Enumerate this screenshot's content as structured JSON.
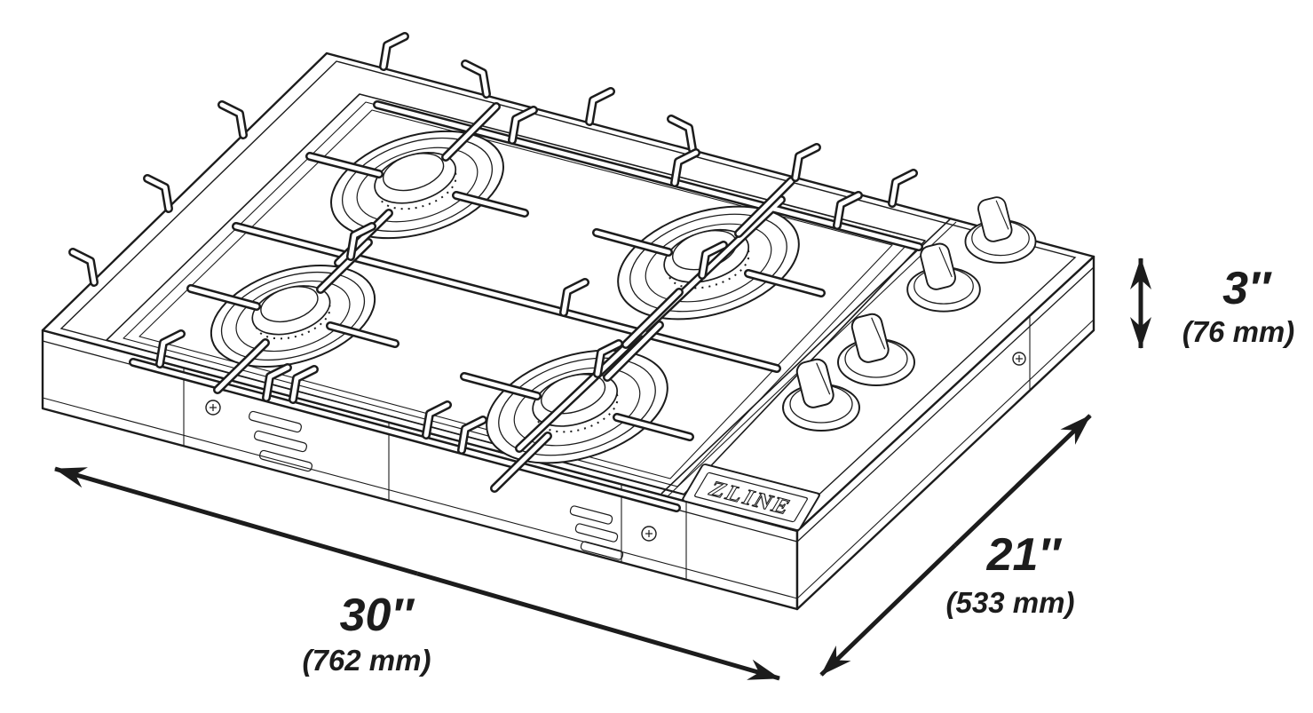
{
  "brand": {
    "logo_text": "ZLINE"
  },
  "dimensions": {
    "width": {
      "inches": "30″",
      "metric": "(762 mm)"
    },
    "depth": {
      "inches": "21″",
      "metric": "(533 mm)"
    },
    "height": {
      "inches": "3″",
      "metric": "(76 mm)"
    }
  },
  "illustration": {
    "subject": "4-burner gas cooktop, isometric technical line drawing",
    "burner_count": 4,
    "knob_count": 4
  },
  "colors": {
    "ink": "#1c1c1c",
    "background": "#ffffff"
  }
}
